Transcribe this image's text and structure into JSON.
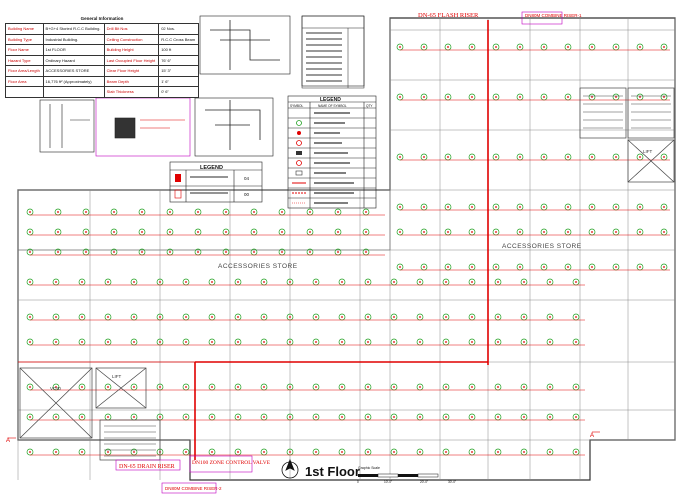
{
  "general_info": {
    "title": "General Information",
    "rows": [
      {
        "k1": "Building Name",
        "v1": "B+G+4 Storied R.C.C Building.",
        "k2": "Drill Bit Nos",
        "v2": "02 Nos."
      },
      {
        "k1": "Building Type",
        "v1": "Industrial Building.",
        "k2": "Ceiling Construction",
        "v2": "R.C.C Cross Beam"
      },
      {
        "k1": "Floor Name",
        "v1": "1st FLOOR",
        "k2": "Building Height",
        "v2": "100 ft"
      },
      {
        "k1": "Hazard Type",
        "v1": "Ordinary Hazard",
        "k2": "Last Occupied Floor Height",
        "v2": "76' 6\""
      },
      {
        "k1": "Floor Area/Length",
        "v1": "ACCESSORIES STORE",
        "k2": "Clear Floor Height",
        "v2": "15' 3\""
      },
      {
        "k1": "Floor Area",
        "v1": "16,776 ft² (Approximately)",
        "k2": "Beam Depth",
        "v2": "1' 6\""
      },
      {
        "k1": "",
        "v1": "",
        "k2": "Slab Thickness",
        "v2": "0' 6\""
      }
    ]
  },
  "risers": {
    "flash": "DN-65 FLASH RISER",
    "combined_top": "DN80M COMBINE RISER-1",
    "drain": "DN-65 DRAIN RISER",
    "zone_valve": "DN100 ZONE CONTROL VALVE",
    "combined_bottom": "DN80M COMBINE RISER-2"
  },
  "stores": {
    "left": "ACCESSORIES STORE",
    "right": "ACCESSORIES STORE"
  },
  "rooms": {
    "lift_right": "LIFT",
    "lift_left": "LIFT",
    "void": "VOID"
  },
  "legend_main": {
    "title": "LEGEND",
    "headers": [
      "SYMBOL",
      "NAME OF SYMBOL",
      "QTY"
    ]
  },
  "legend_small": {
    "title": "LEGEND",
    "v1": "04",
    "v2": "00"
  },
  "floor_title": "1st Floor",
  "scale": {
    "title": "Graphic Scale",
    "ticks": [
      "0",
      "10'-0\"",
      "20'-0\"",
      "30'-0\""
    ]
  },
  "section_markers": {
    "left": "A",
    "right": "A"
  },
  "colors": {
    "pipe_main": "#e00000",
    "sprinkler": "#20a020",
    "grid": "#777777",
    "accent": "#c000c0",
    "cyan": "#00c8d8"
  }
}
